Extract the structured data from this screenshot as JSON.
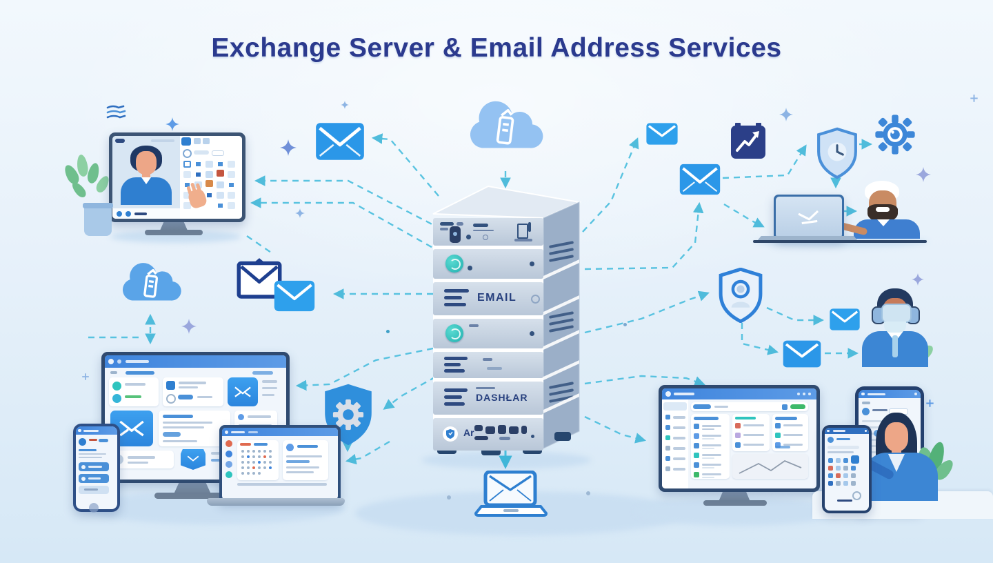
{
  "title": "Exchange Server & Email Address Services",
  "server": {
    "email_label": "EMAIL",
    "dashlar_label": "DASHŁAR",
    "bottom_label": "Ar"
  },
  "palette": {
    "background_top": "#f2f8fd",
    "background_bottom": "#d6e8f6",
    "title_navy": "#2b3a8e",
    "envelope_blue": "#2b97e8",
    "deep_navy": "#1e3f8f",
    "arrow_teal": "#49bede",
    "shield_blue": "#2f8fdc",
    "teal_button": "#2ec4be",
    "leaf_green": "#6fbf8d",
    "server_front": "#c6d2e2",
    "server_side": "#9bafc8",
    "screen_topbar": "#3f85dd",
    "chart_icon_navy": "#2b3f88"
  },
  "clusters": {
    "top_left": [
      "sync-waves-icon",
      "video-call-monitor",
      "app-grid-panel",
      "plant"
    ],
    "top_center": [
      "cloud-server-icon",
      "envelope-icon"
    ],
    "mid_left": [
      "cloud-server-icon",
      "outline-envelope-icon",
      "envelope-icon"
    ],
    "bottom_left": [
      "smartphone-mail-app",
      "desktop-mail-dashboard",
      "laptop-calendar-app",
      "shield-gear-icon"
    ],
    "bottom_center": [
      "laptop-envelope-icon"
    ],
    "top_right": [
      "envelope-icon",
      "analytics-icon",
      "shield-clock-icon",
      "gear-icon",
      "laptop-email-logo",
      "man-in-white-cap"
    ],
    "mid_right": [
      "shield-user-icon",
      "envelope-icon",
      "envelope-icon",
      "support-agent-headset"
    ],
    "bottom_right": [
      "admin-dashboard-monitor",
      "smartphone-app-grid",
      "large-smartphone",
      "woman-office-worker",
      "plant"
    ]
  }
}
